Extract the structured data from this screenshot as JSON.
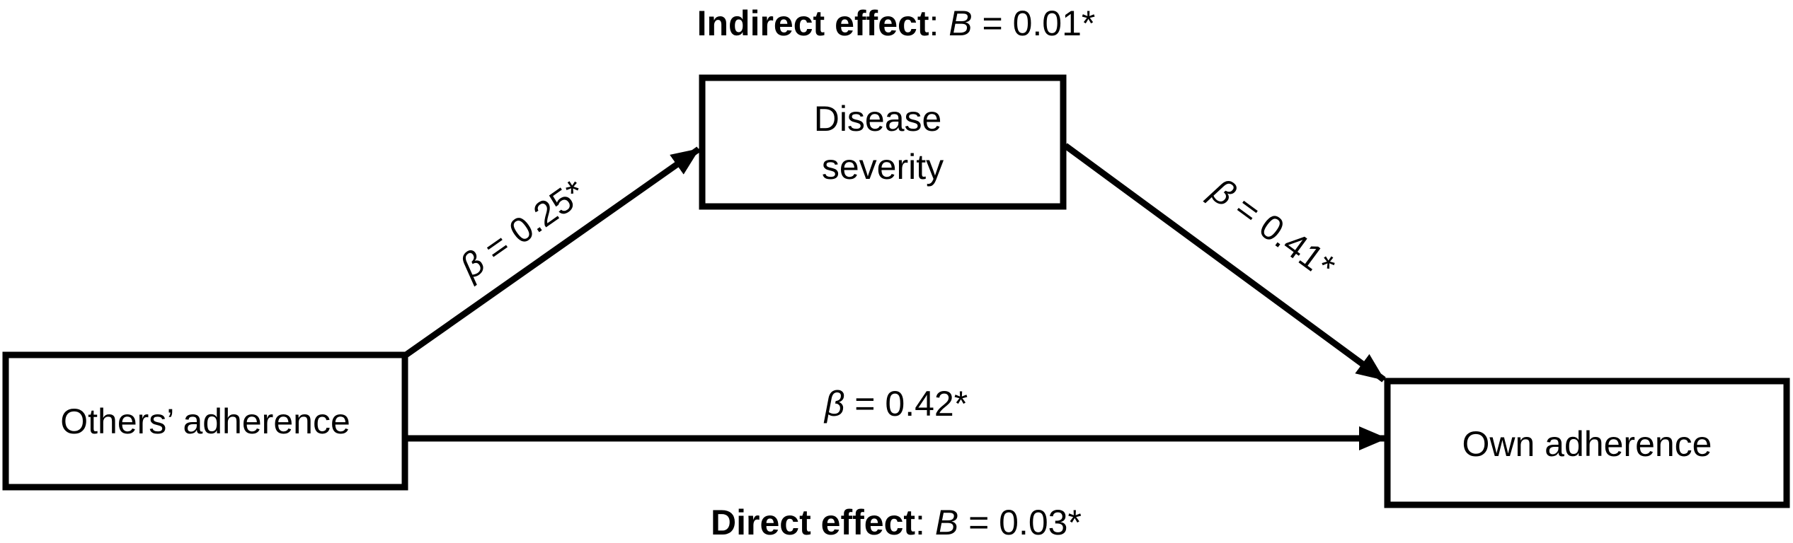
{
  "nodes": {
    "others": {
      "label": "Others’ adherence"
    },
    "severity": {
      "line1": "Disease",
      "line2": "severity"
    },
    "own": {
      "label": "Own adherence"
    }
  },
  "edges": {
    "a": {
      "symbol": "β",
      "rest": " = 0.25*"
    },
    "b": {
      "symbol": "β",
      "rest": " = 0.41*"
    },
    "c": {
      "symbol": "β",
      "rest": " = 0.42*"
    }
  },
  "effects": {
    "indirect": {
      "name": "Indirect effect",
      "sep": ": ",
      "symbol": "B",
      "value": " = 0.01*"
    },
    "direct": {
      "name": "Direct effect",
      "sep": ": ",
      "symbol": "B",
      "value": " = 0.03*"
    }
  }
}
